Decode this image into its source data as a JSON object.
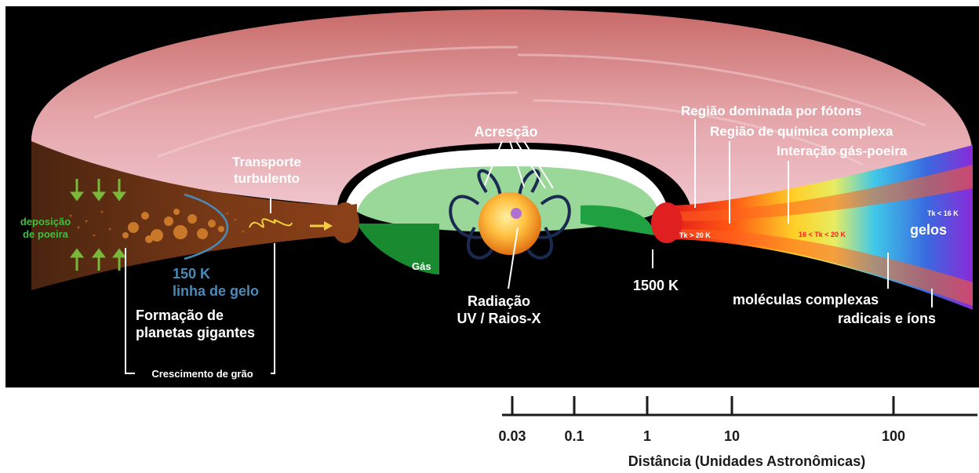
{
  "labels": {
    "deposition": [
      "deposição",
      "de poeira"
    ],
    "turbulent": [
      "Transporte",
      "turbulento"
    ],
    "ice_line_temp": "150 K",
    "ice_line": "linha de gelo",
    "giant_planets": [
      "Formação de",
      "planetas gigantes"
    ],
    "grain_growth": "Crescimento de grão",
    "accretion": "Acresção",
    "gas": "Gás",
    "radiation": [
      "Radiação",
      "UV / Raios-X"
    ],
    "temp_1500": "1500 K",
    "photon_region": "Região dominada por fótons",
    "complex_chem": "Região de química complexa",
    "gas_dust": "Interação gás-poeira",
    "tk_hot": "Tk > 20 K",
    "tk_mid": "16 < Tk < 20 K",
    "tk_cold": "Tk < 16 K",
    "ices": "gelos",
    "complex_molecules": "moléculas complexas",
    "radicals": "radicais e íons"
  },
  "axis": {
    "ticks": [
      "0.03",
      "0.1",
      "1",
      "10",
      "100"
    ],
    "title": "Distância (Unidades Astronômicas)"
  },
  "colors": {
    "background": "#000000",
    "disk_pink": "#d98a8a",
    "disk_brown": "#5a2a10",
    "green_text": "#3fbf3f",
    "blue_text": "#4a8ab8",
    "red_text": "#ff2020"
  }
}
